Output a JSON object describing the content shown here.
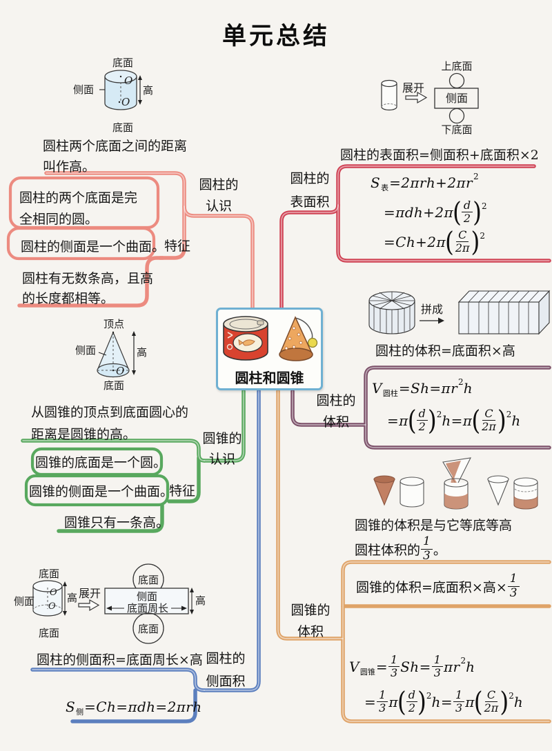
{
  "title": "单元总结",
  "colors": {
    "cylinder_intro": "#ec8b80",
    "cylinder_surface": "#cf4153",
    "cylinder_volume": "#7b4f68",
    "cone_intro": "#58a85e",
    "cone_volume": "#dfa368",
    "cylinder_lateral": "#5c7fbe",
    "center_border": "#6fb0d2"
  },
  "center": {
    "label": "圆柱和圆锥"
  },
  "nodes": {
    "cyl_intro": {
      "label": [
        "圆柱的",
        "认识"
      ],
      "height_def": [
        "圆柱两个底面之间的距离",
        "叫作高。"
      ],
      "bases": [
        "圆柱的两个底面是完",
        "全相同的圆。"
      ],
      "side": "圆柱的侧面是一个曲面。",
      "tezheng": "特征",
      "many_heights": [
        "圆柱有无数条高，且高",
        "的长度都相等。"
      ]
    },
    "cyl_surface": {
      "label": [
        "圆柱的",
        "表面积"
      ],
      "rule": "圆柱的表面积=侧面积+底面积×2"
    },
    "cyl_volume": {
      "label": [
        "圆柱的",
        "体积"
      ],
      "rule": "圆柱的体积=底面积×高"
    },
    "cone_intro": {
      "label": [
        "圆锥的",
        "认识"
      ],
      "height_def": [
        "从圆锥的顶点到底面圆心的",
        "距离是圆锥的高。"
      ],
      "base": "圆锥的底面是一个圆。",
      "side": "圆锥的侧面是一个曲面。",
      "tezheng": "特征",
      "one_height": "圆锥只有一条高。"
    },
    "cone_volume": {
      "label": [
        "圆锥的",
        "体积"
      ],
      "third_line1": "圆锥的体积是与它等底等高"
    },
    "cyl_lateral": {
      "label": [
        "圆柱的",
        "侧面积"
      ],
      "rule": "圆柱的侧面积=底面周长×高"
    }
  },
  "diagrams": {
    "cyl": {
      "top": "底面",
      "side": "侧面",
      "o_top": "O",
      "o_bottom": "O",
      "height": "高",
      "bottom": "底面"
    },
    "unfold_top": {
      "unfold": "展开",
      "top": "上底面",
      "side": "侧面",
      "bottom": "下底面"
    },
    "pieces": {
      "label": "拼成"
    },
    "cone": {
      "apex": "顶点",
      "side": "侧面",
      "height": "高",
      "o": "O",
      "base": "底面"
    },
    "lateral": {
      "top": "底面",
      "side": "侧面",
      "o_top": "O",
      "o_bottom": "O",
      "height_left": "高",
      "bottom": "底面",
      "unfold": "展开",
      "circle_top": "底面",
      "rect_side": "侧面",
      "rect_circumference": "底面周长",
      "height_right": "高",
      "circle_bottom": "底面"
    }
  },
  "formulas": {
    "s_biao": [
      {
        "t": "p",
        "v": "S"
      },
      {
        "t": "sub",
        "v": "表"
      },
      {
        "t": "p",
        "v": "=2πrh+2πr"
      },
      {
        "t": "sup",
        "v": "2"
      }
    ],
    "s_biao2": [
      {
        "t": "p",
        "v": "=πdh+2π"
      },
      {
        "t": "lp"
      },
      {
        "t": "frac",
        "n": "d",
        "d": "2"
      },
      {
        "t": "rp"
      },
      {
        "t": "sup",
        "v": "2"
      }
    ],
    "s_biao3": [
      {
        "t": "p",
        "v": "=Ch+2π"
      },
      {
        "t": "lp"
      },
      {
        "t": "frac",
        "n": "C",
        "d": "2π"
      },
      {
        "t": "rp"
      },
      {
        "t": "sup",
        "v": "2"
      }
    ],
    "v_zhu": [
      {
        "t": "p",
        "v": "V"
      },
      {
        "t": "sub",
        "v": "圆柱"
      },
      {
        "t": "p",
        "v": "=Sh=πr"
      },
      {
        "t": "sup",
        "v": "2"
      },
      {
        "t": "p",
        "v": "h"
      }
    ],
    "v_zhu2": [
      {
        "t": "p",
        "v": "=π"
      },
      {
        "t": "lp"
      },
      {
        "t": "frac",
        "n": "d",
        "d": "2"
      },
      {
        "t": "rp"
      },
      {
        "t": "sup",
        "v": "2"
      },
      {
        "t": "p",
        "v": "h=π"
      },
      {
        "t": "lp"
      },
      {
        "t": "frac",
        "n": "C",
        "d": "2π"
      },
      {
        "t": "rp"
      },
      {
        "t": "sup",
        "v": "2"
      },
      {
        "t": "p",
        "v": "h"
      }
    ],
    "cone_third_line2": [
      {
        "t": "cn",
        "v": "圆柱体积的"
      },
      {
        "t": "frac",
        "n": "1",
        "d": "3"
      },
      {
        "t": "cn",
        "v": "。"
      }
    ],
    "cone_vol_rule": [
      {
        "t": "cn",
        "v": "圆锥的体积=底面积×高×"
      },
      {
        "t": "frac",
        "n": "1",
        "d": "3"
      }
    ],
    "v_zhui": [
      {
        "t": "p",
        "v": "V"
      },
      {
        "t": "sub",
        "v": "圆锥"
      },
      {
        "t": "p",
        "v": "="
      },
      {
        "t": "frac",
        "n": "1",
        "d": "3"
      },
      {
        "t": "p",
        "v": "Sh="
      },
      {
        "t": "frac",
        "n": "1",
        "d": "3"
      },
      {
        "t": "p",
        "v": "πr"
      },
      {
        "t": "sup",
        "v": "2"
      },
      {
        "t": "p",
        "v": "h"
      }
    ],
    "v_zhui2": [
      {
        "t": "p",
        "v": "="
      },
      {
        "t": "frac",
        "n": "1",
        "d": "3"
      },
      {
        "t": "p",
        "v": "π"
      },
      {
        "t": "lp"
      },
      {
        "t": "frac",
        "n": "d",
        "d": "2"
      },
      {
        "t": "rp"
      },
      {
        "t": "sup",
        "v": "2"
      },
      {
        "t": "p",
        "v": "h="
      },
      {
        "t": "frac",
        "n": "1",
        "d": "3"
      },
      {
        "t": "p",
        "v": "π"
      },
      {
        "t": "lp"
      },
      {
        "t": "frac",
        "n": "C",
        "d": "2π"
      },
      {
        "t": "rp"
      },
      {
        "t": "sup",
        "v": "2"
      },
      {
        "t": "p",
        "v": "h"
      }
    ],
    "s_ce": [
      {
        "t": "p",
        "v": "S"
      },
      {
        "t": "sub",
        "v": "侧"
      },
      {
        "t": "p",
        "v": "=Ch=πdh=2πrh"
      }
    ]
  }
}
